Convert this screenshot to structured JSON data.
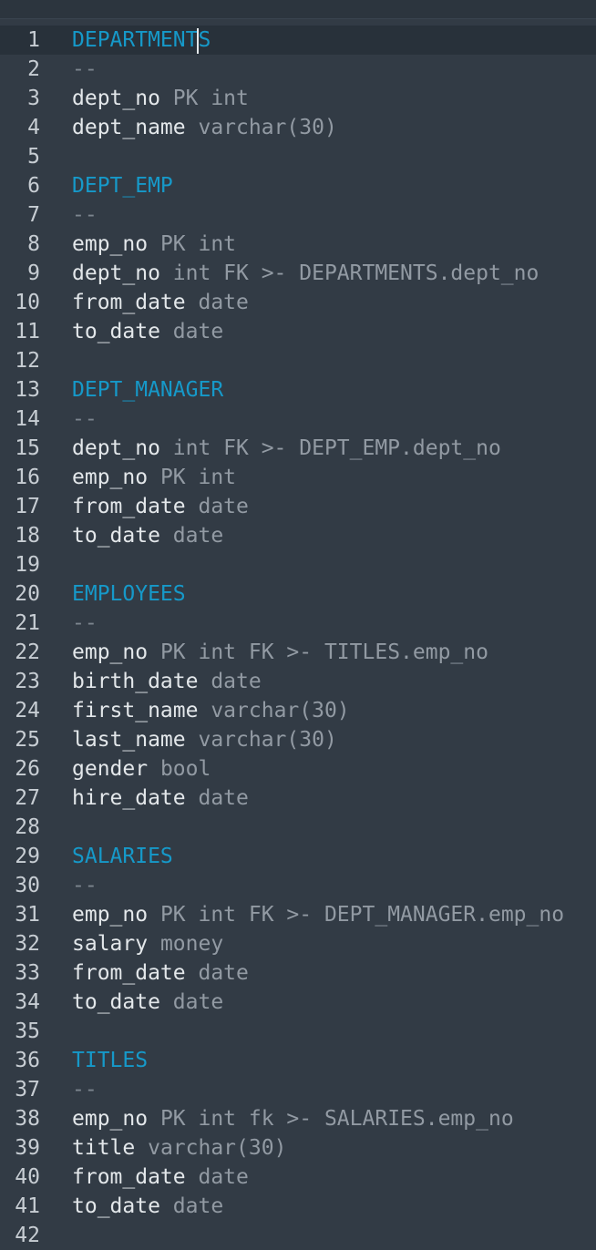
{
  "editor": {
    "lines": [
      {
        "no": "1",
        "kind": "header",
        "text": "DEPARTMENTS"
      },
      {
        "no": "2",
        "kind": "sep",
        "text": "--"
      },
      {
        "no": "3",
        "kind": "field",
        "name": "dept_no",
        "def": " PK int"
      },
      {
        "no": "4",
        "kind": "field",
        "name": "dept_name",
        "def": " varchar(30)"
      },
      {
        "no": "5",
        "kind": "blank"
      },
      {
        "no": "6",
        "kind": "header",
        "text": "DEPT_EMP"
      },
      {
        "no": "7",
        "kind": "sep",
        "text": "--"
      },
      {
        "no": "8",
        "kind": "field",
        "name": "emp_no",
        "def": " PK int"
      },
      {
        "no": "9",
        "kind": "field",
        "name": "dept_no",
        "def": " int FK >- DEPARTMENTS.dept_no"
      },
      {
        "no": "10",
        "kind": "field",
        "name": "from_date",
        "def": " date"
      },
      {
        "no": "11",
        "kind": "field",
        "name": "to_date",
        "def": " date"
      },
      {
        "no": "12",
        "kind": "blank"
      },
      {
        "no": "13",
        "kind": "header",
        "text": "DEPT_MANAGER"
      },
      {
        "no": "14",
        "kind": "sep",
        "text": "--"
      },
      {
        "no": "15",
        "kind": "field",
        "name": "dept_no",
        "def": " int FK >- DEPT_EMP.dept_no"
      },
      {
        "no": "16",
        "kind": "field",
        "name": "emp_no",
        "def": " PK int"
      },
      {
        "no": "17",
        "kind": "field",
        "name": "from_date",
        "def": " date"
      },
      {
        "no": "18",
        "kind": "field",
        "name": "to_date",
        "def": " date"
      },
      {
        "no": "19",
        "kind": "blank"
      },
      {
        "no": "20",
        "kind": "header",
        "text": "EMPLOYEES"
      },
      {
        "no": "21",
        "kind": "sep",
        "text": "--"
      },
      {
        "no": "22",
        "kind": "field",
        "name": "emp_no",
        "def": " PK int FK >- TITLES.emp_no"
      },
      {
        "no": "23",
        "kind": "field",
        "name": "birth_date",
        "def": " date"
      },
      {
        "no": "24",
        "kind": "field",
        "name": "first_name",
        "def": " varchar(30)"
      },
      {
        "no": "25",
        "kind": "field",
        "name": "last_name",
        "def": " varchar(30)"
      },
      {
        "no": "26",
        "kind": "field",
        "name": "gender",
        "def": " bool"
      },
      {
        "no": "27",
        "kind": "field",
        "name": "hire_date",
        "def": " date"
      },
      {
        "no": "28",
        "kind": "blank"
      },
      {
        "no": "29",
        "kind": "header",
        "text": "SALARIES"
      },
      {
        "no": "30",
        "kind": "sep",
        "text": "--"
      },
      {
        "no": "31",
        "kind": "field",
        "name": "emp_no",
        "def": " PK int FK >- DEPT_MANAGER.emp_no"
      },
      {
        "no": "32",
        "kind": "field",
        "name": "salary",
        "def": " money"
      },
      {
        "no": "33",
        "kind": "field",
        "name": "from_date",
        "def": " date"
      },
      {
        "no": "34",
        "kind": "field",
        "name": "to_date",
        "def": " date"
      },
      {
        "no": "35",
        "kind": "blank"
      },
      {
        "no": "36",
        "kind": "header",
        "text": "TITLES"
      },
      {
        "no": "37",
        "kind": "sep",
        "text": "--"
      },
      {
        "no": "38",
        "kind": "field",
        "name": "emp_no",
        "def": " PK int fk >- SALARIES.emp_no"
      },
      {
        "no": "39",
        "kind": "field",
        "name": "title",
        "def": " varchar(30)"
      },
      {
        "no": "40",
        "kind": "field",
        "name": "from_date",
        "def": " date"
      },
      {
        "no": "41",
        "kind": "field",
        "name": "to_date",
        "def": " date"
      },
      {
        "no": "42",
        "kind": "blank"
      }
    ]
  },
  "colors": {
    "background": "#323b45",
    "header": "#1699c9",
    "field": "#e3e7ea",
    "type": "#929aa3",
    "gutter": "#c7cdd3"
  }
}
